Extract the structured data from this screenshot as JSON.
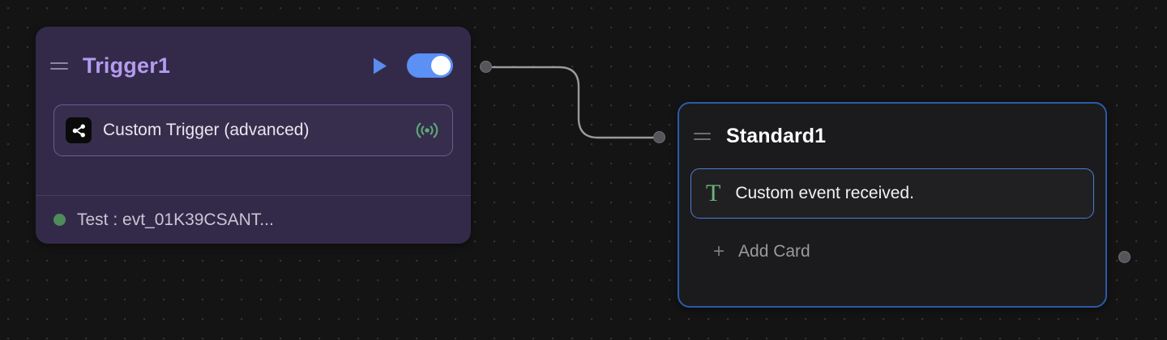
{
  "canvas": {
    "background_color": "#141414",
    "grid_dot_color": "#343434"
  },
  "nodes": [
    {
      "id": "trigger",
      "title": "Trigger1",
      "title_color": "#b49cf0",
      "background_color": "#332a4a",
      "grip_icon": "drag-handle-icon",
      "play_icon": "play-icon",
      "play_color": "#5b8cf0",
      "toggle": {
        "state": "on",
        "color": "#5b90f5",
        "knob_color": "#ffffff"
      },
      "card": {
        "icon": "share-nodes-icon",
        "label": "Custom Trigger (advanced)",
        "status_icon": "broadcast-icon",
        "status_icon_color": "#5fae78"
      },
      "footer": {
        "dot_color": "#4e8c5a",
        "text": "Test : evt_01K39CSANT..."
      }
    },
    {
      "id": "standard",
      "title": "Standard1",
      "title_color": "#ffffff",
      "background_color": "#1b1b1d",
      "border_color": "#2b5ba8",
      "grip_icon": "drag-handle-icon",
      "card": {
        "icon": "text-t-icon",
        "icon_color": "#6cb57e",
        "label": "Custom event received.",
        "border_color": "#4a7fd4"
      },
      "add_card": {
        "icon": "plus-icon",
        "label": "Add Card"
      }
    }
  ],
  "edges": [
    {
      "id": "trigger-to-standard",
      "color": "#9a9a9e",
      "source_handle": "trigger-output-handle",
      "target_handle": "standard-input-handle"
    }
  ],
  "handles": [
    {
      "id": "trigger-output-handle",
      "color": "#55565a"
    },
    {
      "id": "standard-input-handle",
      "color": "#55565a"
    },
    {
      "id": "standard-output-handle",
      "color": "#55565a"
    }
  ]
}
